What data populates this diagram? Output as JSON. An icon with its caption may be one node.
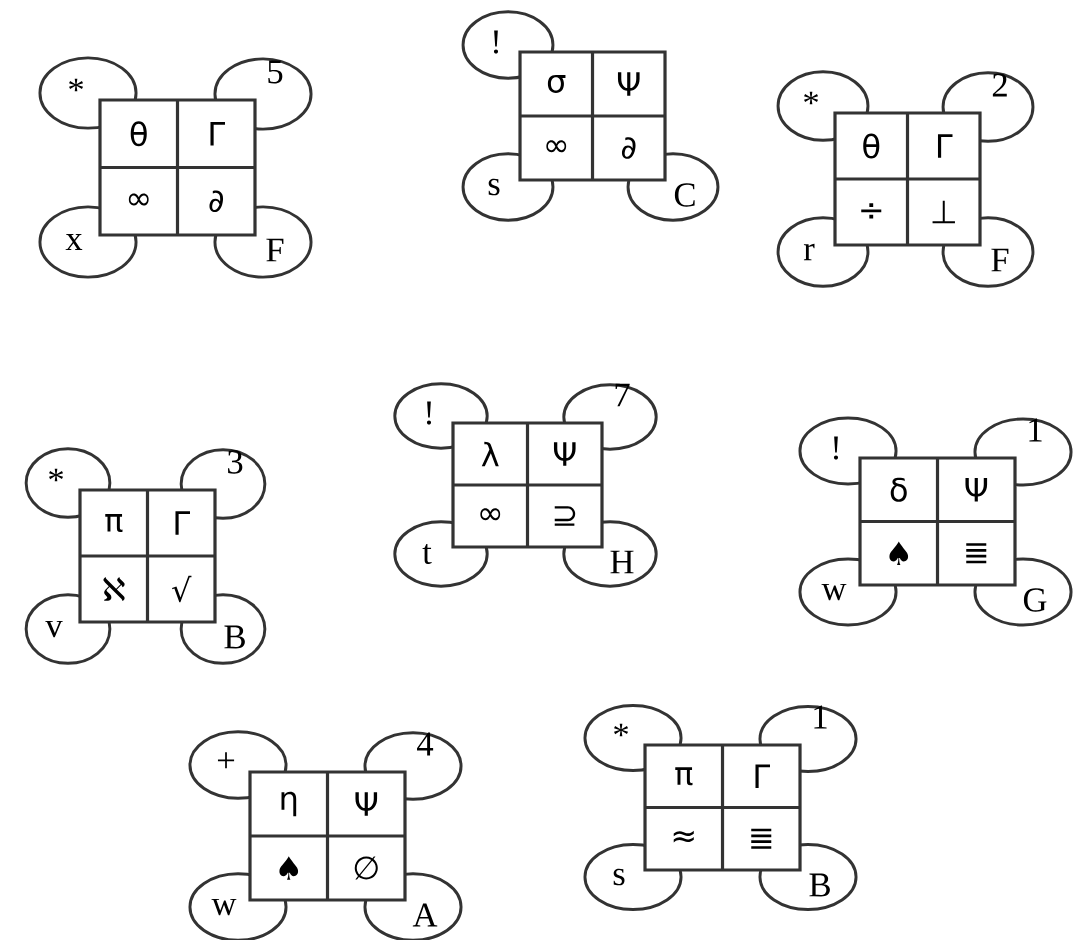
{
  "diagram": {
    "nodes": [
      {
        "text": [
          "θ",
          "Γ",
          "∞",
          "∂"
        ]
      },
      {
        "text": [
          "*"
        ]
      },
      {
        "text": [
          "5"
        ]
      },
      {
        "text": [
          "x"
        ]
      },
      {
        "text": [
          "F"
        ]
      },
      {
        "text": [
          "σ",
          "Ψ",
          "∞",
          "∂"
        ]
      },
      {
        "text": [
          "!"
        ]
      },
      {
        "text": [
          "s"
        ]
      },
      {
        "text": [
          "C"
        ]
      },
      {
        "text": [
          "θ",
          "Γ",
          "÷",
          "⊥"
        ]
      },
      {
        "text": [
          "*"
        ]
      },
      {
        "text": [
          "2"
        ]
      },
      {
        "text": [
          "r"
        ]
      },
      {
        "text": [
          "F"
        ]
      },
      {
        "text": [
          "π",
          "Γ",
          "ℵ",
          "√"
        ]
      },
      {
        "text": [
          "*"
        ]
      },
      {
        "text": [
          "3"
        ]
      },
      {
        "text": [
          "v"
        ]
      },
      {
        "text": [
          "B"
        ]
      },
      {
        "text": [
          "λ",
          "Ψ",
          "∞",
          "⊇"
        ]
      },
      {
        "text": [
          "!"
        ]
      },
      {
        "text": [
          "7"
        ]
      },
      {
        "text": [
          "t"
        ]
      },
      {
        "text": [
          "H"
        ]
      },
      {
        "text": [
          "δ",
          "Ψ",
          "♠",
          "≣"
        ]
      },
      {
        "text": [
          "!"
        ]
      },
      {
        "text": [
          "1"
        ]
      },
      {
        "text": [
          "w"
        ]
      },
      {
        "text": [
          "G"
        ]
      },
      {
        "text": [
          "η",
          "Ψ",
          "♠",
          "∅"
        ]
      },
      {
        "text": [
          "+"
        ]
      },
      {
        "text": [
          "4"
        ]
      },
      {
        "text": [
          "w"
        ]
      },
      {
        "text": [
          "A"
        ]
      },
      {
        "text": [
          "π",
          "Γ",
          "≈",
          "≣"
        ]
      },
      {
        "text": [
          "*"
        ]
      },
      {
        "text": [
          "1"
        ]
      },
      {
        "text": [
          "s"
        ]
      },
      {
        "text": [
          "B"
        ]
      }
    ]
  }
}
